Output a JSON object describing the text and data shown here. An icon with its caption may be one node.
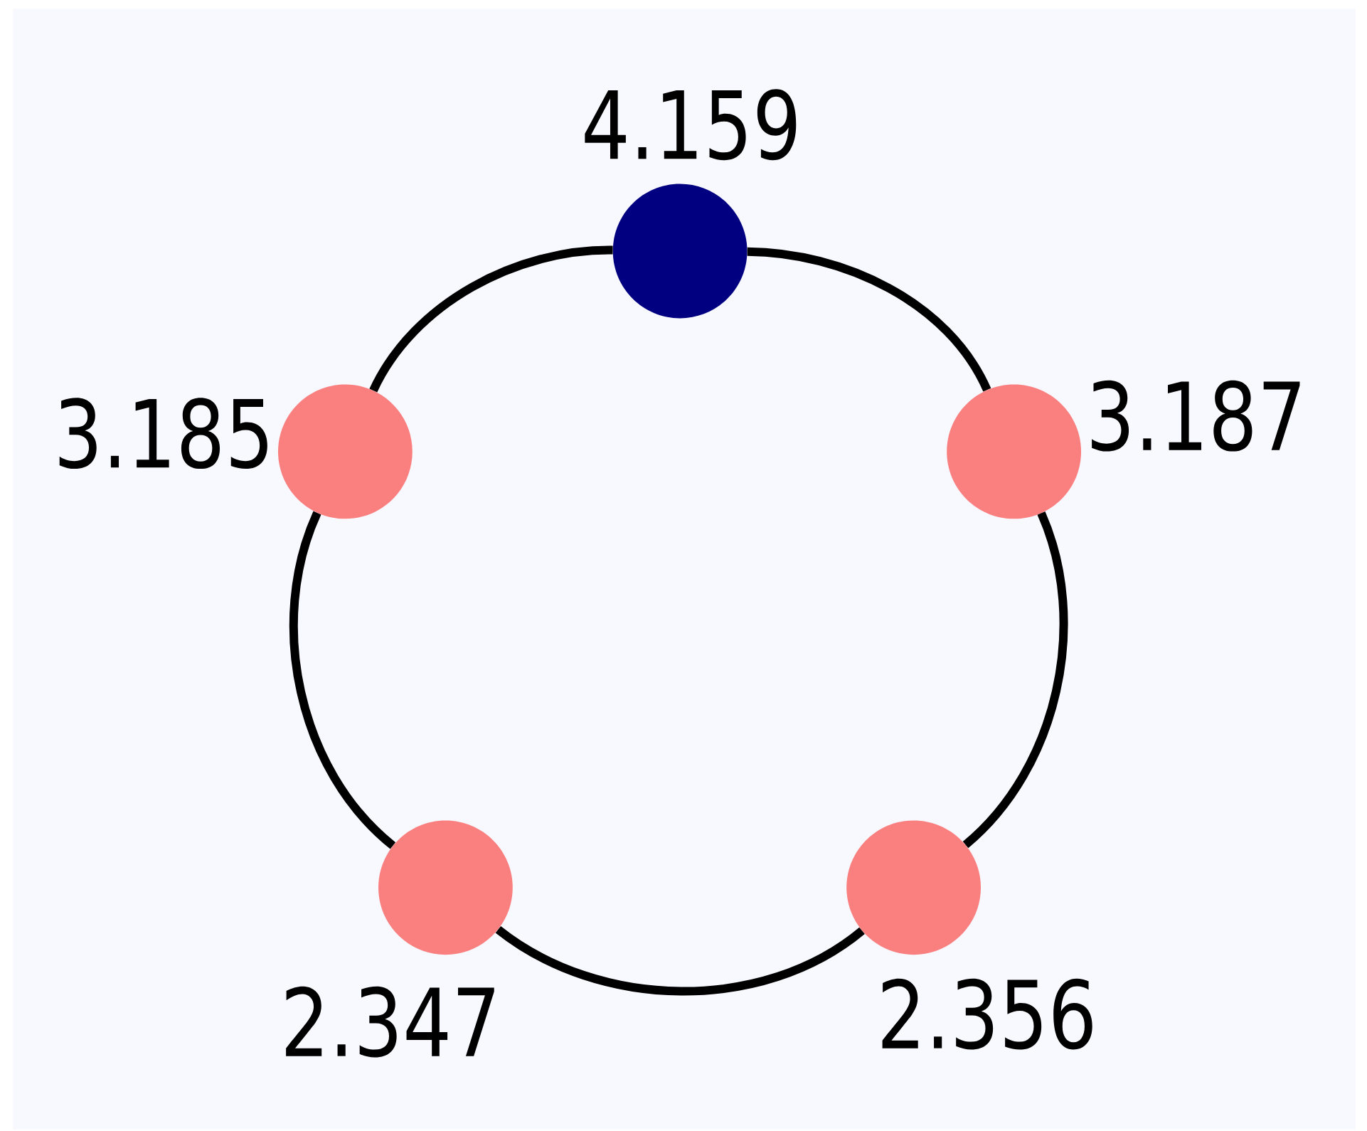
{
  "diagram": {
    "nodes": [
      {
        "text": [],
        "shape": "circle",
        "beside": [
          "4.159"
        ]
      },
      {
        "text": [],
        "shape": "circle",
        "beside": [
          "3.185"
        ]
      },
      {
        "text": [],
        "shape": "circle",
        "beside": [
          "3.187"
        ]
      },
      {
        "text": [],
        "shape": "circle",
        "beside": [
          "2.347"
        ]
      },
      {
        "text": [],
        "shape": "circle",
        "beside": [
          "2.356"
        ]
      }
    ],
    "edges": [
      {
        "from": 0,
        "to": 2,
        "arrow": "none"
      },
      {
        "from": 2,
        "to": 4,
        "arrow": "none"
      },
      {
        "from": 4,
        "to": 3,
        "arrow": "none"
      },
      {
        "from": 3,
        "to": 1,
        "arrow": "none"
      },
      {
        "from": 1,
        "to": 0,
        "arrow": "none"
      }
    ]
  }
}
